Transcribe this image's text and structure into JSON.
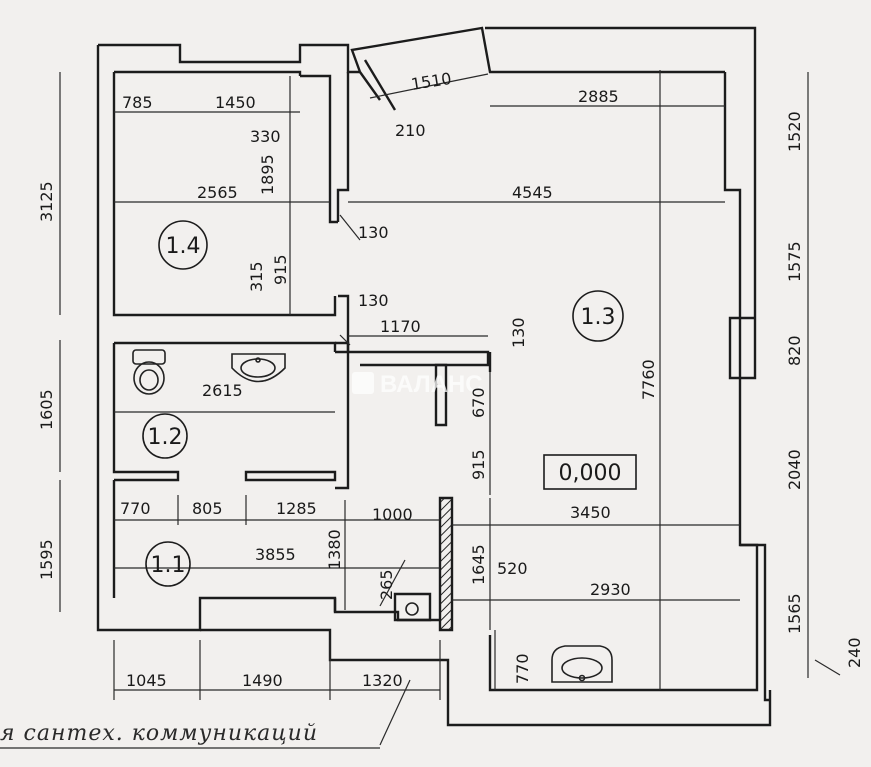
{
  "rooms": [
    {
      "label": "1.1"
    },
    {
      "label": "1.2"
    },
    {
      "label": "1.3"
    },
    {
      "label": "1.4"
    }
  ],
  "level_mark": "0,000",
  "watermark": "ВАЛАНС",
  "note": "я сантех. коммуникаций",
  "dimensions": {
    "d785": "785",
    "d1450": "1450",
    "d330": "330",
    "d1895": "1895",
    "d2565": "2565",
    "d915a": "915",
    "d315": "315",
    "d3125": "3125",
    "d1510": "1510",
    "d210": "210",
    "d2885": "2885",
    "d1520": "1520",
    "d4545": "4545",
    "d130a": "130",
    "d130b": "130",
    "d1575": "1575",
    "d1170": "1170",
    "d130c": "130",
    "d820": "820",
    "d7760": "7760",
    "d1605": "1605",
    "d2615": "2615",
    "d670": "670",
    "d915b": "915",
    "d2040": "2040",
    "d770a": "770",
    "d805": "805",
    "d1285": "1285",
    "d1000": "1000",
    "d3450": "3450",
    "d1595": "1595",
    "d1380": "1380",
    "d3855": "3855",
    "d1645": "1645",
    "d520": "520",
    "d265": "265",
    "d2930": "2930",
    "d1565": "1565",
    "d240": "240",
    "d770b": "770",
    "d1045": "1045",
    "d1490": "1490",
    "d1320": "1320"
  }
}
